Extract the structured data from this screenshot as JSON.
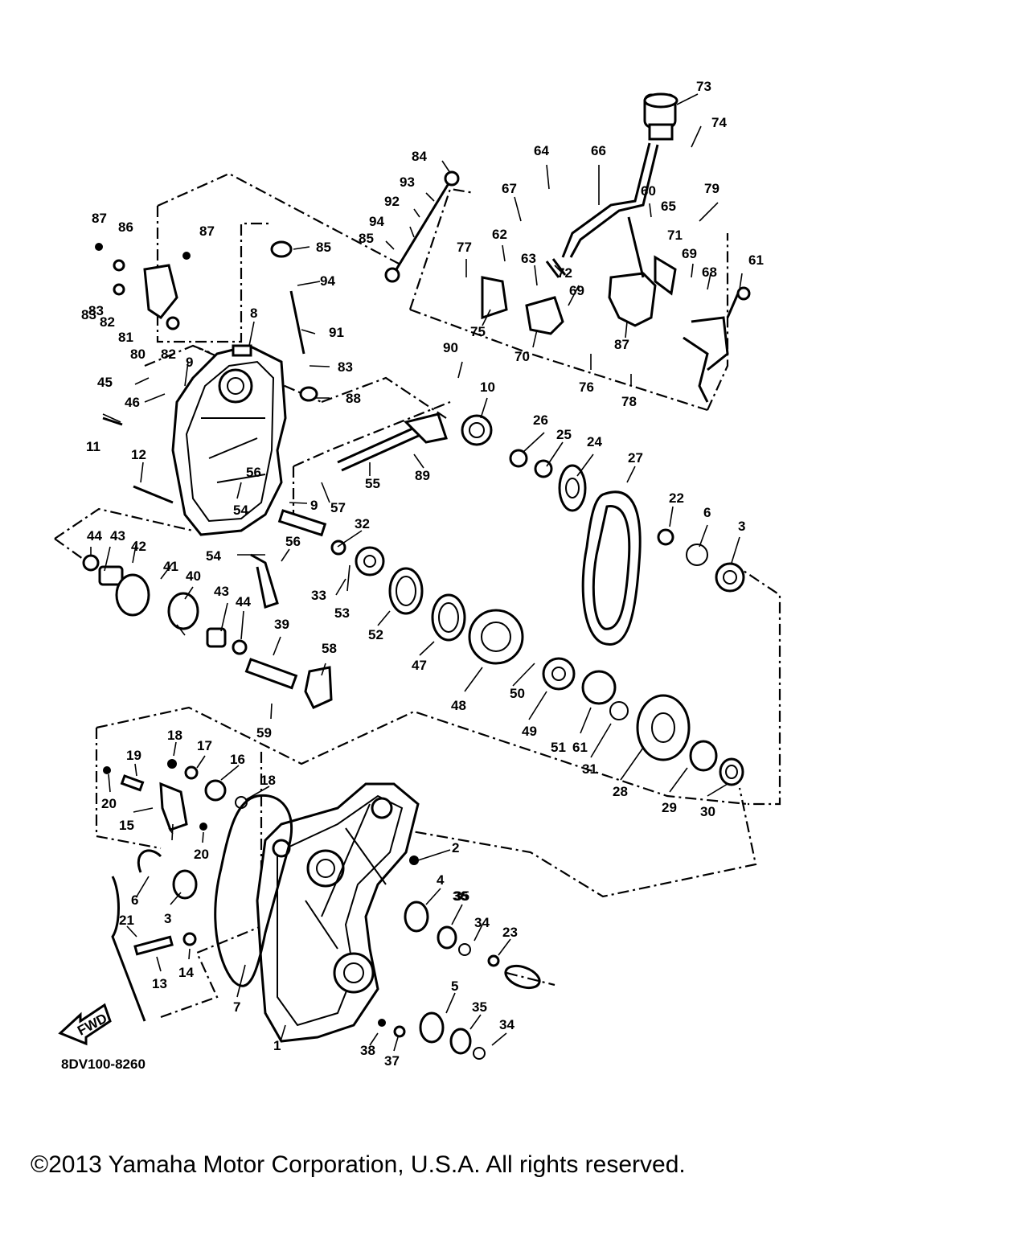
{
  "diagram": {
    "drawing_code": "8DV100-8260",
    "fwd_label": "FWD",
    "callouts": [
      "1",
      "2",
      "3",
      "3",
      "4",
      "5",
      "6",
      "6",
      "7",
      "8",
      "9",
      "9",
      "10",
      "11",
      "12",
      "13",
      "14",
      "15",
      "16",
      "17",
      "18",
      "18",
      "19",
      "20",
      "20",
      "21",
      "22",
      "23",
      "24",
      "25",
      "26",
      "27",
      "28",
      "29",
      "30",
      "31",
      "32",
      "33",
      "34",
      "34",
      "35",
      "35",
      "36",
      "37",
      "38",
      "39",
      "40",
      "41",
      "42",
      "43",
      "43",
      "44",
      "44",
      "45",
      "46",
      "47",
      "48",
      "49",
      "50",
      "51",
      "52",
      "53",
      "54",
      "54",
      "55",
      "56",
      "56",
      "57",
      "58",
      "59",
      "60",
      "61",
      "61",
      "62",
      "63",
      "64",
      "65",
      "66",
      "67",
      "68",
      "69",
      "69",
      "70",
      "71",
      "72",
      "73",
      "74",
      "75",
      "76",
      "77",
      "78",
      "79",
      "80",
      "81",
      "82",
      "82",
      "83",
      "83",
      "83",
      "84",
      "85",
      "85",
      "86",
      "87",
      "87",
      "87",
      "88",
      "89",
      "90",
      "91",
      "92",
      "93",
      "94",
      "94"
    ]
  },
  "footer": {
    "copyright": "©2013 Yamaha Motor Corporation, U.S.A. All rights reserved."
  }
}
